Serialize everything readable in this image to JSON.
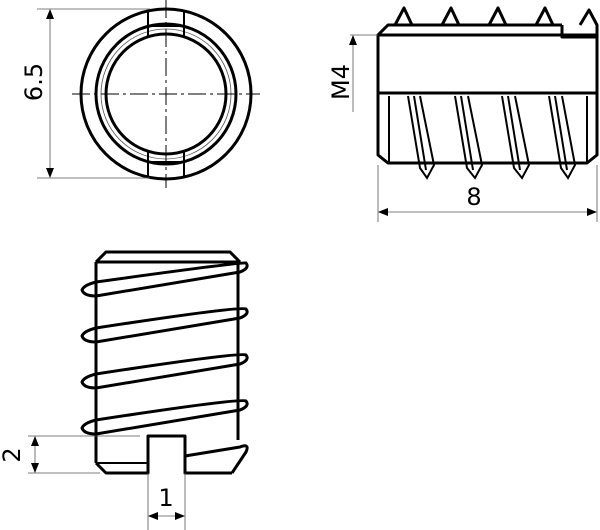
{
  "drawing": {
    "end_view": {
      "diameter_label": "6.5"
    },
    "side_view": {
      "thread_label": "M4",
      "length_label": "8"
    },
    "slot_view": {
      "slot_depth_label": "2",
      "slot_width_label": "1"
    }
  },
  "colors": {
    "line": "#000000",
    "dimension": "#555555",
    "background": "#ffffff"
  }
}
